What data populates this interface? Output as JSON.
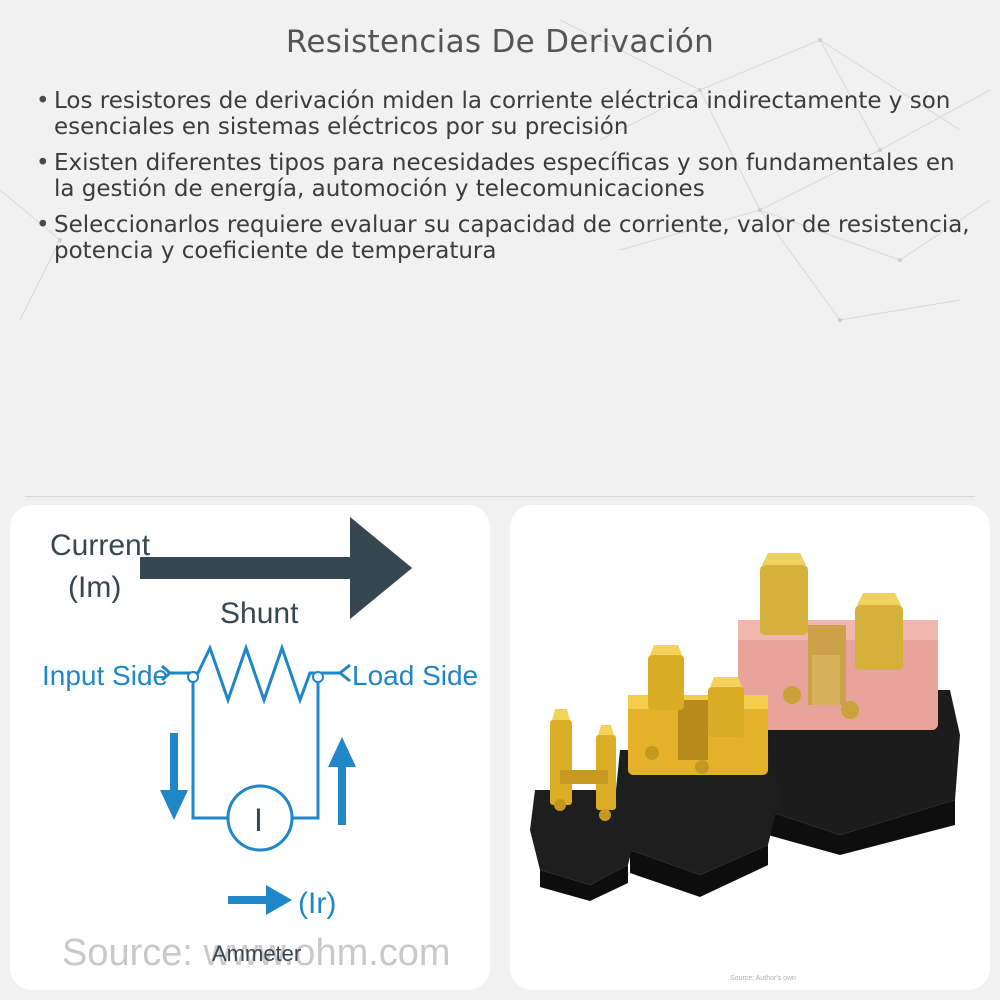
{
  "title": "Resistencias De Derivación",
  "bullets": [
    "Los resistores de derivación miden la corriente eléctrica indirectamente y son esenciales en sistemas eléctricos por su precisión",
    "Existen diferentes tipos para necesidades específicas y son fundamentales en la gestión de energía, automoción y telecomunicaciones",
    "Seleccionarlos requiere evaluar su capacidad de corriente, valor de resistencia, potencia y coeficiente de temperatura"
  ],
  "diagram": {
    "current_label": "Current",
    "current_symbol": "(Im)",
    "shunt_label": "Shunt",
    "input_label": "Input Side",
    "load_label": "Load Side",
    "meter_symbol": "I",
    "ammeter_current": "(Ir)",
    "ammeter_label": "Ammeter",
    "source_text": "Source: www.ohm.com",
    "colors": {
      "dark": "#37474f",
      "blue": "#1f86c8"
    }
  },
  "photo": {
    "caption": "Source: Author's own"
  }
}
